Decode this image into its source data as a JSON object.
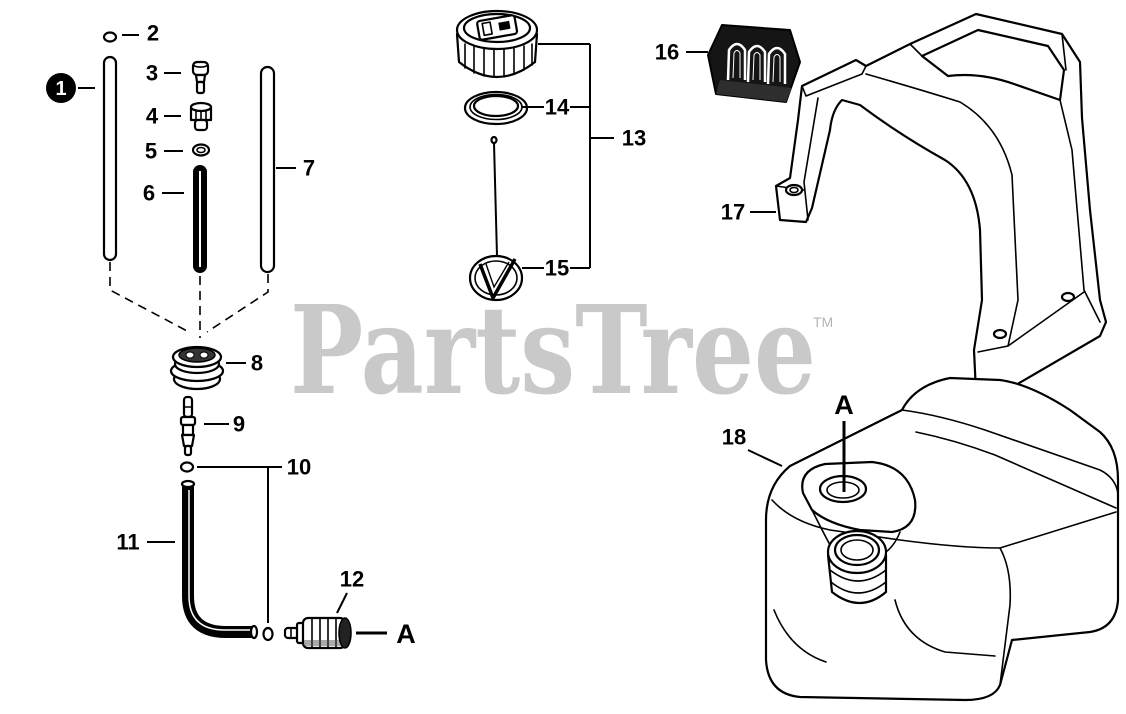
{
  "diagram": {
    "callouts": {
      "p1": "1",
      "p2": "2",
      "p3": "3",
      "p4": "4",
      "p5": "5",
      "p6": "6",
      "p7": "7",
      "p8": "8",
      "p9": "9",
      "p10": "10",
      "p11": "11",
      "p12": "12",
      "p13": "13",
      "p14": "14",
      "p15": "15",
      "p16": "16",
      "p17": "17",
      "p18": "18"
    },
    "connection_marks": {
      "left": "A",
      "right": "A"
    },
    "watermark": {
      "text": "PartsTree",
      "trademark": "TM"
    }
  },
  "colors": {
    "line": "#000000",
    "watermark": "#c9c9c9",
    "background": "#ffffff"
  }
}
